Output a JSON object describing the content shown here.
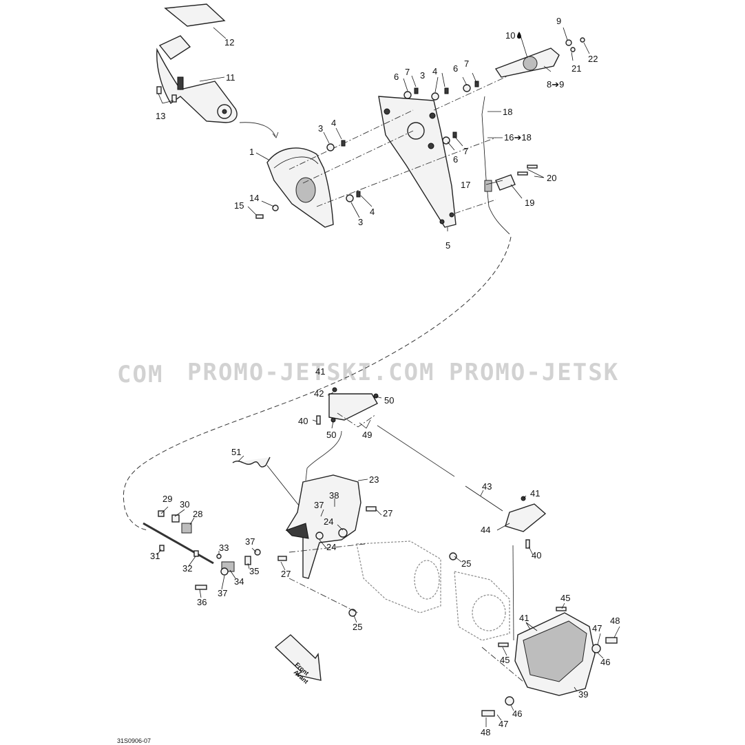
{
  "watermark": {
    "text_left": "COM",
    "text_mid": "PROMO-JETSKI.COM",
    "text_right": "PROMO-JETSK"
  },
  "drawing_code": "31S0906-07",
  "front_arrow": {
    "line1": "Front",
    "line2": "Avant"
  },
  "callouts": [
    {
      "id": "c-12",
      "text": "12"
    },
    {
      "id": "c-11",
      "text": "11"
    },
    {
      "id": "c-13",
      "text": "13"
    },
    {
      "id": "c-1",
      "text": "1"
    },
    {
      "id": "c-3a",
      "text": "3"
    },
    {
      "id": "c-4a",
      "text": "4"
    },
    {
      "id": "c-14",
      "text": "14"
    },
    {
      "id": "c-15",
      "text": "15"
    },
    {
      "id": "c-4b",
      "text": "4"
    },
    {
      "id": "c-3b",
      "text": "3"
    },
    {
      "id": "c-6a",
      "text": "6"
    },
    {
      "id": "c-7a",
      "text": "7"
    },
    {
      "id": "c-3c",
      "text": "3"
    },
    {
      "id": "c-4c",
      "text": "4"
    },
    {
      "id": "c-6b",
      "text": "6"
    },
    {
      "id": "c-7b",
      "text": "7"
    },
    {
      "id": "c-7c",
      "text": "7"
    },
    {
      "id": "c-6c",
      "text": "6"
    },
    {
      "id": "c-5",
      "text": "5"
    },
    {
      "id": "c-10",
      "text": "10"
    },
    {
      "id": "c-9",
      "text": "9"
    },
    {
      "id": "c-21",
      "text": "21"
    },
    {
      "id": "c-22",
      "text": "22"
    },
    {
      "id": "c-8-9",
      "text": "8➔9"
    },
    {
      "id": "c-18",
      "text": "18"
    },
    {
      "id": "c-16-18",
      "text": "16➔18"
    },
    {
      "id": "c-17",
      "text": "17"
    },
    {
      "id": "c-20",
      "text": "20"
    },
    {
      "id": "c-19",
      "text": "19"
    },
    {
      "id": "c-41a",
      "text": "41"
    },
    {
      "id": "c-42",
      "text": "42"
    },
    {
      "id": "c-50a",
      "text": "50"
    },
    {
      "id": "c-40a",
      "text": "40"
    },
    {
      "id": "c-50b",
      "text": "50"
    },
    {
      "id": "c-49",
      "text": "49"
    },
    {
      "id": "c-51",
      "text": "51"
    },
    {
      "id": "c-23",
      "text": "23"
    },
    {
      "id": "c-38",
      "text": "38"
    },
    {
      "id": "c-37a",
      "text": "37"
    },
    {
      "id": "c-24a",
      "text": "24"
    },
    {
      "id": "c-27a",
      "text": "27"
    },
    {
      "id": "c-24b",
      "text": "24"
    },
    {
      "id": "c-27b",
      "text": "27"
    },
    {
      "id": "c-29",
      "text": "29"
    },
    {
      "id": "c-30",
      "text": "30"
    },
    {
      "id": "c-28",
      "text": "28"
    },
    {
      "id": "c-31",
      "text": "31"
    },
    {
      "id": "c-33",
      "text": "33"
    },
    {
      "id": "c-32",
      "text": "32"
    },
    {
      "id": "c-37b",
      "text": "37"
    },
    {
      "id": "c-35",
      "text": "35"
    },
    {
      "id": "c-34",
      "text": "34"
    },
    {
      "id": "c-37c",
      "text": "37"
    },
    {
      "id": "c-36",
      "text": "36"
    },
    {
      "id": "c-25a",
      "text": "25"
    },
    {
      "id": "c-25b",
      "text": "25"
    },
    {
      "id": "c-43",
      "text": "43"
    },
    {
      "id": "c-41b",
      "text": "41"
    },
    {
      "id": "c-44",
      "text": "44"
    },
    {
      "id": "c-40b",
      "text": "40"
    },
    {
      "id": "c-45a",
      "text": "45"
    },
    {
      "id": "c-41c",
      "text": "41"
    },
    {
      "id": "c-48a",
      "text": "48"
    },
    {
      "id": "c-47a",
      "text": "47"
    },
    {
      "id": "c-46a",
      "text": "46"
    },
    {
      "id": "c-45b",
      "text": "45"
    },
    {
      "id": "c-39",
      "text": "39"
    },
    {
      "id": "c-46b",
      "text": "46"
    },
    {
      "id": "c-47b",
      "text": "47"
    },
    {
      "id": "c-48b",
      "text": "48"
    }
  ]
}
